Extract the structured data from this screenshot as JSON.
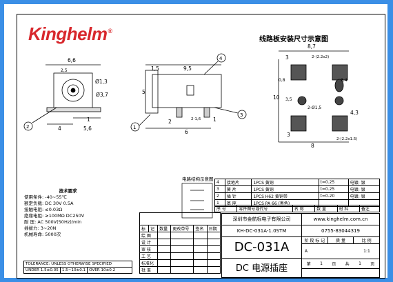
{
  "logo": {
    "text": "Kinghelm",
    "mark": "®"
  },
  "drawing_title": "线路板安装尺寸示意图",
  "circuit_title": "电路结构示意图",
  "front_view": {
    "dims": [
      "6,6",
      "2,5",
      "Ø1,3",
      "Ø3,7",
      "4",
      "1",
      "5,6"
    ],
    "callout": "2"
  },
  "side_view": {
    "dims": [
      "1,5",
      "9,5",
      "5",
      "2",
      "2-1,6",
      "6",
      "1"
    ],
    "callouts": [
      "4",
      "3",
      "1"
    ]
  },
  "pcb_view": {
    "dims": [
      "8,7",
      "3",
      "2-(2.2x2)",
      "3,4",
      "0,8",
      "10",
      "3,5",
      "4,3",
      "2-Ø1,5",
      "3",
      "8",
      "2-(2.2x1.5)"
    ]
  },
  "requirements": {
    "heading": "技术要求",
    "rows": [
      {
        "label": "使用条件:",
        "value": "-40~55℃"
      },
      {
        "label": "额定负载:",
        "value": "DC 30V 0.5A"
      },
      {
        "label": "接触电阻:",
        "value": "≤0.03Ω"
      },
      {
        "label": "绝缘电阻:",
        "value": "≥100MΩ  DC250V"
      },
      {
        "label": "耐      压:",
        "value": "AC 500V(50Hz)/min"
      },
      {
        "label": "插拔力:",
        "value": "3~20N"
      },
      {
        "label": "机械寿命:",
        "value": "5000次"
      }
    ]
  },
  "tolerance": {
    "header": "TOLERANCE: UNLESS OTHERWISE SPECIFIED",
    "ranges": [
      "UNDER 1.5±0.05",
      "1.5~10±0.1",
      "OVER 10±0.2"
    ]
  },
  "bom": {
    "rows": [
      [
        "4",
        "接地片",
        "1PCS 黄铜",
        "t=0.25",
        "电镀: 银"
      ],
      [
        "3",
        "簧  片",
        "1PCS 黄铜",
        "t=0.25",
        "电镀: 银"
      ],
      [
        "2",
        "插  针",
        "1PCS H62 黄铜带",
        "t=0.20",
        "电镀: 银"
      ],
      [
        "1",
        "基  座",
        "1PCS PA 66 (黑色)",
        "",
        ""
      ]
    ],
    "header": [
      "序 号",
      "零件图号或代号",
      "名  称",
      "数 量",
      "材   料",
      "",
      "备注"
    ]
  },
  "company": {
    "name": "深圳市金航标电子有限公司",
    "website": "www.kinghelm.com.cn",
    "drawing_no": "KH-DC-031A-1.0STM",
    "phone": "0755-83044319"
  },
  "revision": {
    "headers": [
      "标",
      "记",
      "数量",
      "更改单号",
      "签名",
      "日期"
    ]
  },
  "roles": [
    "绘  图",
    "设  计",
    "审  核",
    "工  艺",
    "标准化",
    "批  准"
  ],
  "part_number": "DC-031A",
  "part_name": "DC 电源插座",
  "stage": {
    "headers": [
      "阶 段 标 记",
      "质 量",
      "比 例"
    ],
    "mark": "A",
    "scale": "1:1",
    "page": [
      "第",
      "1",
      "页",
      "共",
      "1",
      "页"
    ]
  }
}
